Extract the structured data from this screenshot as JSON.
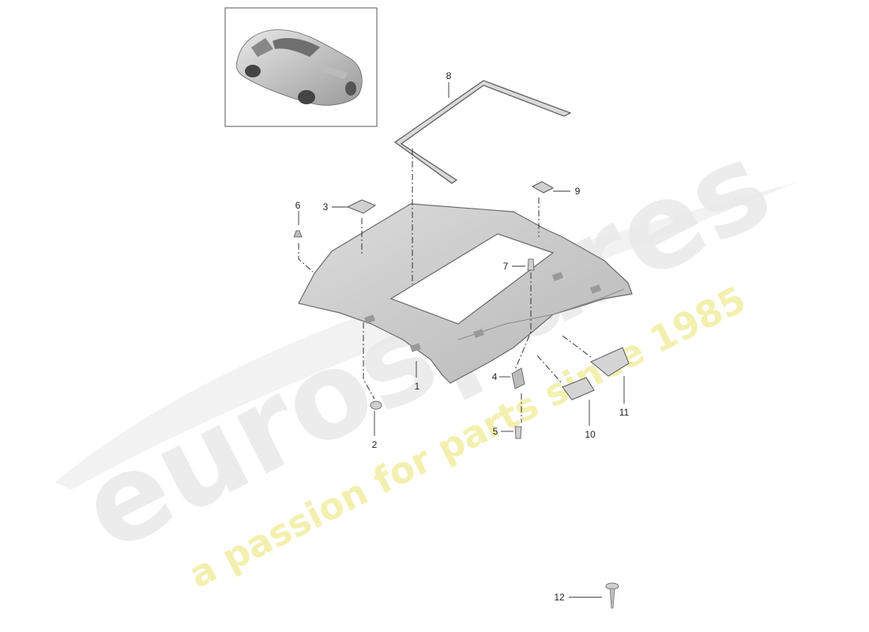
{
  "diagram": {
    "callouts": [
      "1",
      "2",
      "3",
      "4",
      "5",
      "6",
      "7",
      "8",
      "9",
      "10",
      "11",
      "12"
    ]
  },
  "watermark": {
    "brand": "eurospares",
    "tagline": "a passion for parts since 1985",
    "brand_color": "#e6e6e6",
    "tagline_color": "#f3f0a8"
  },
  "thumbnail": {
    "icon": "car-icon"
  }
}
